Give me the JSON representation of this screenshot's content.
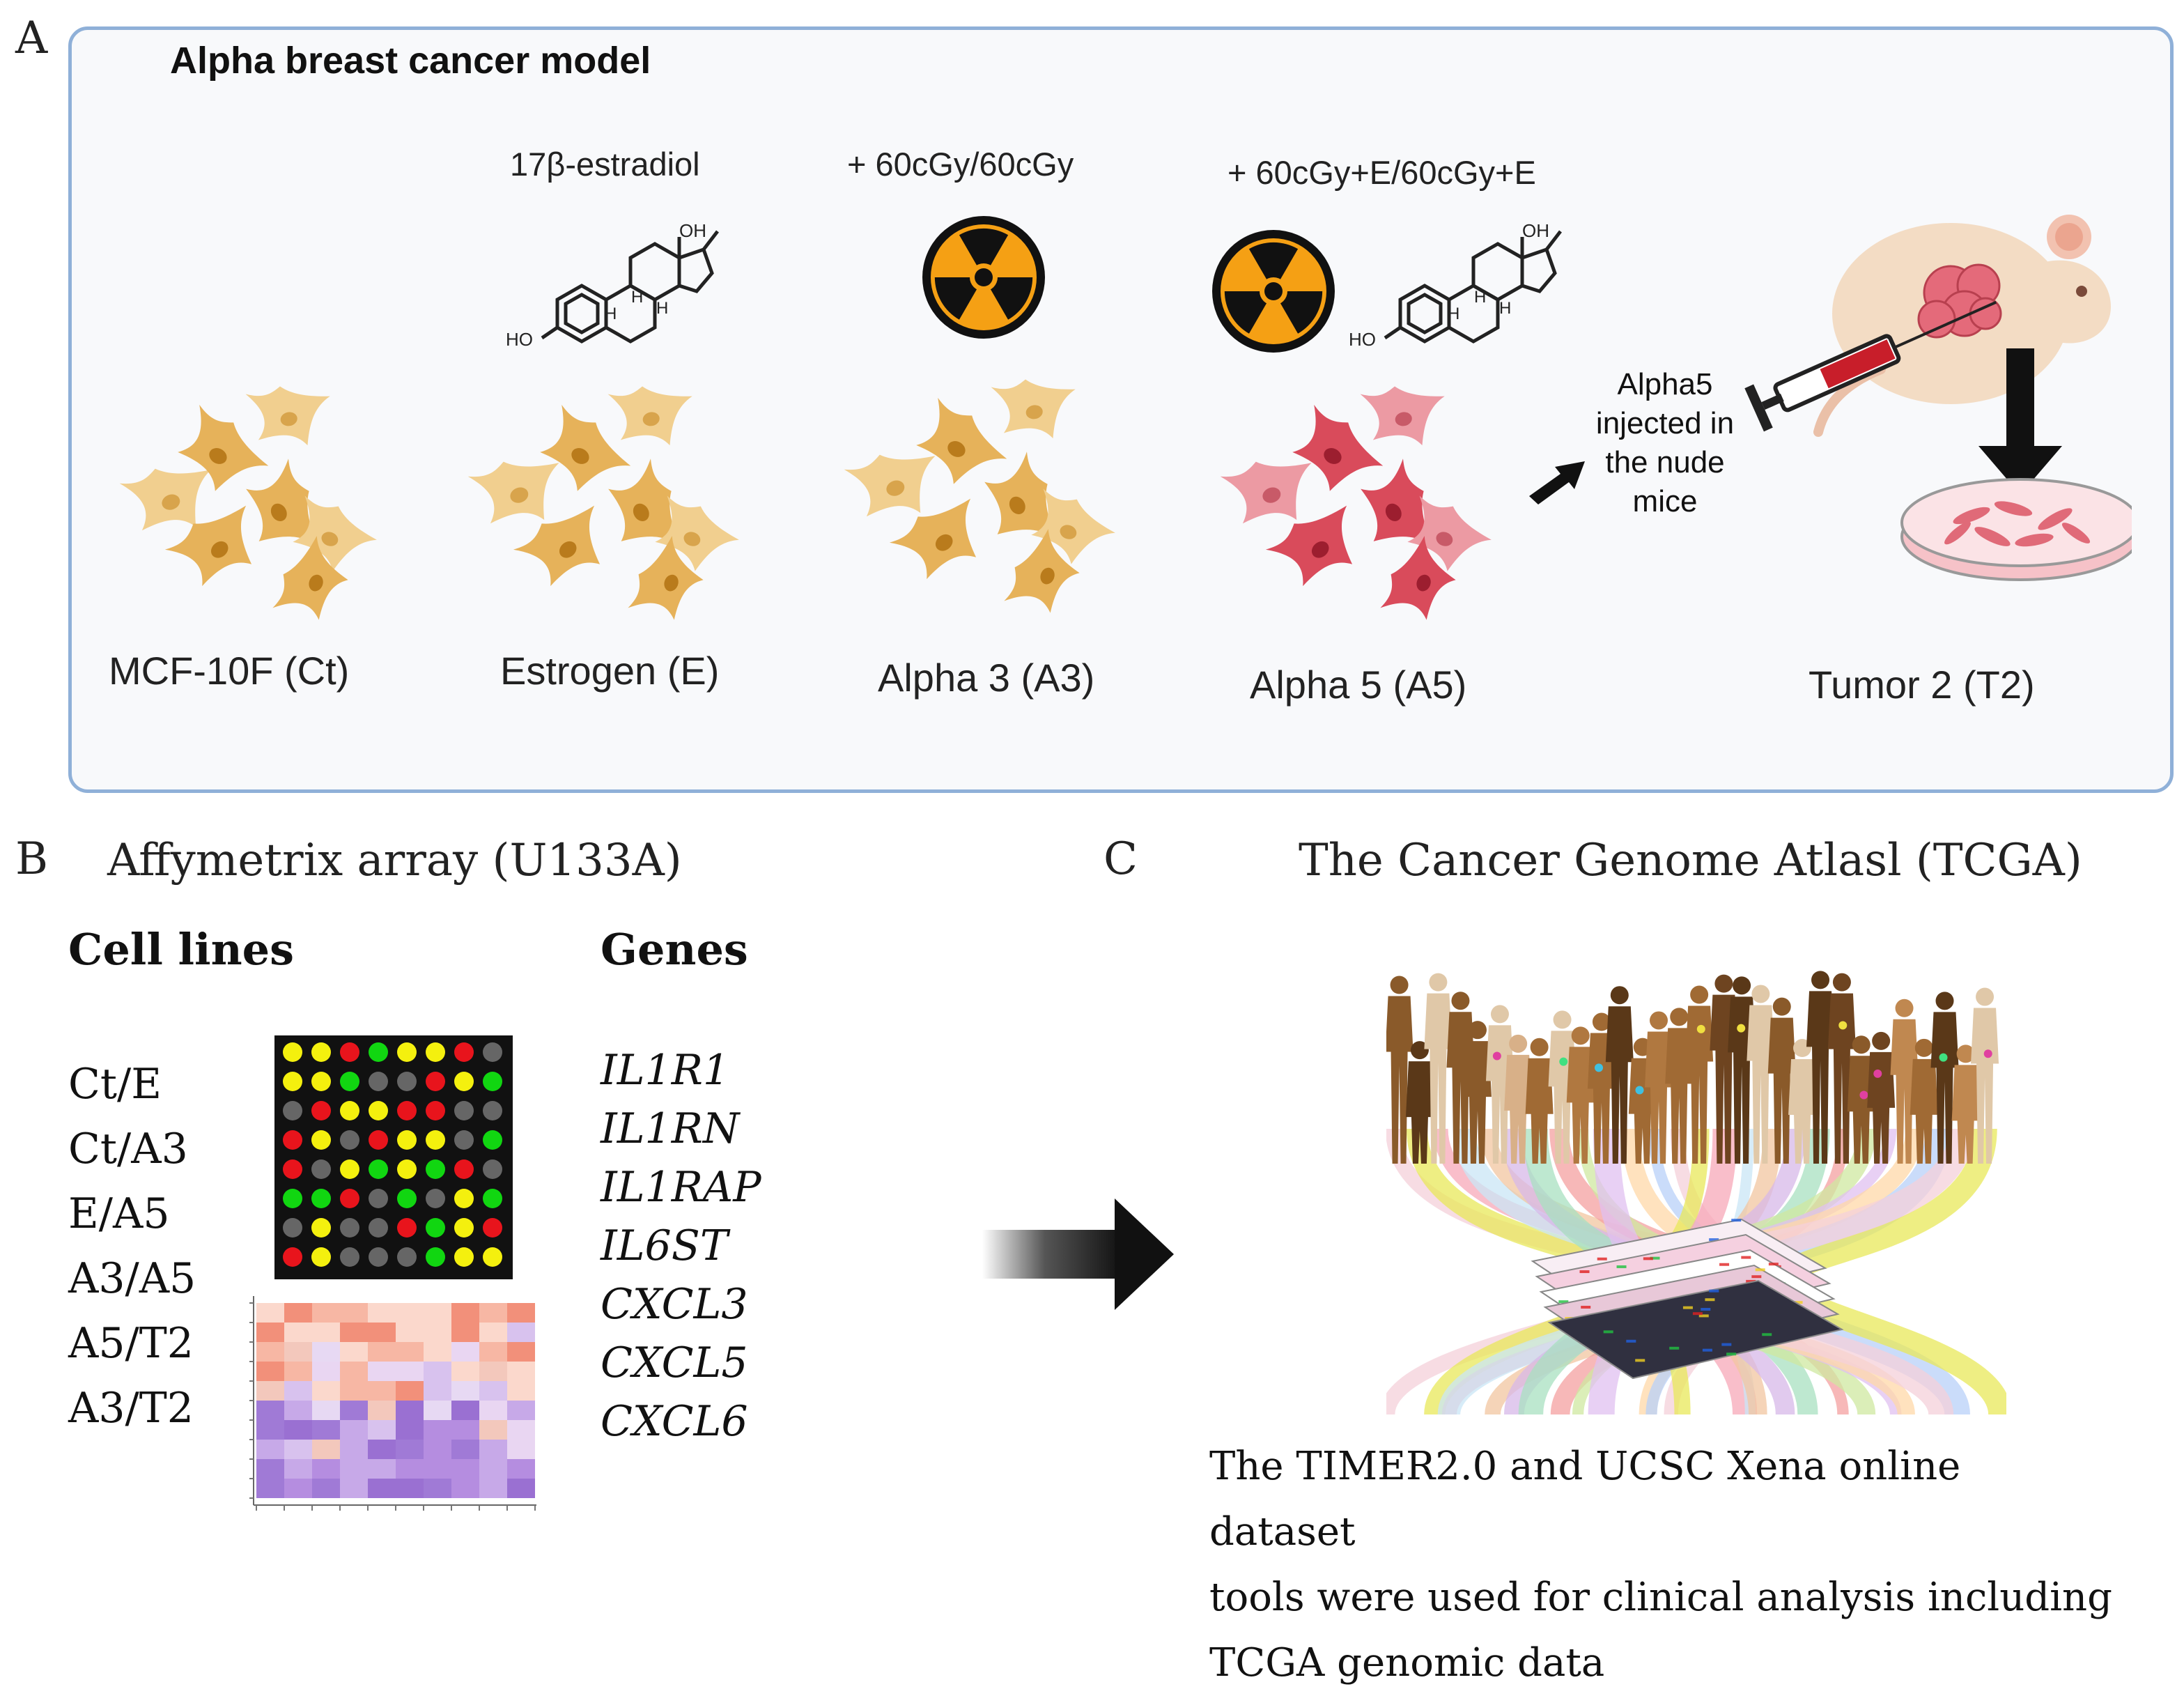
{
  "panel_a": {
    "letter": "A",
    "title": "Alpha breast cancer model",
    "treatments": {
      "estradiol": "17β-estradiol",
      "alpha3": "+ 60cGy/60cGy",
      "alpha5": "+ 60cGy+E/60cGy+E"
    },
    "molecule_labels": {
      "oh": "OH",
      "ho": "HO",
      "h": "H"
    },
    "injection_note": [
      "Alpha5",
      "injected in",
      "the nude",
      "mice"
    ],
    "captions": [
      "MCF-10F (Ct)",
      "Estrogen (E)",
      "Alpha 3 (A3)",
      "Alpha 5 (A5)",
      "Tumor 2 (T2)"
    ]
  },
  "panel_b": {
    "letter": "B",
    "title": "Affymetrix array (U133A)",
    "col_cell_lines": "Cell lines",
    "col_genes": "Genes",
    "cell_lines": [
      "Ct/E",
      "Ct/A3",
      "E/A5",
      "A3/A5",
      "A5/T2",
      "A3/T2"
    ],
    "genes": [
      "IL1R1",
      "IL1RN",
      "IL1RAP",
      "IL6ST",
      "CXCL3",
      "CXCL5",
      "CXCL6"
    ]
  },
  "panel_c": {
    "letter": "C",
    "title": "The Cancer Genome Atlasl (TCGA)",
    "description": [
      "The TIMER2.0 and UCSC Xena online dataset",
      "tools were used for clinical analysis including",
      "TCGA genomic data"
    ]
  },
  "colors": {
    "panel_border": "#8fb0d8",
    "cell_tan": "#e6b25a",
    "cell_red": "#d94b5b",
    "radiation_orange": "#f5a014",
    "array_red": "#e8141c",
    "array_green": "#11d611",
    "array_yellow": "#f4f00e",
    "array_grey": "#666666",
    "heat_high": "#f2907a",
    "heat_low": "#a07ad6"
  }
}
